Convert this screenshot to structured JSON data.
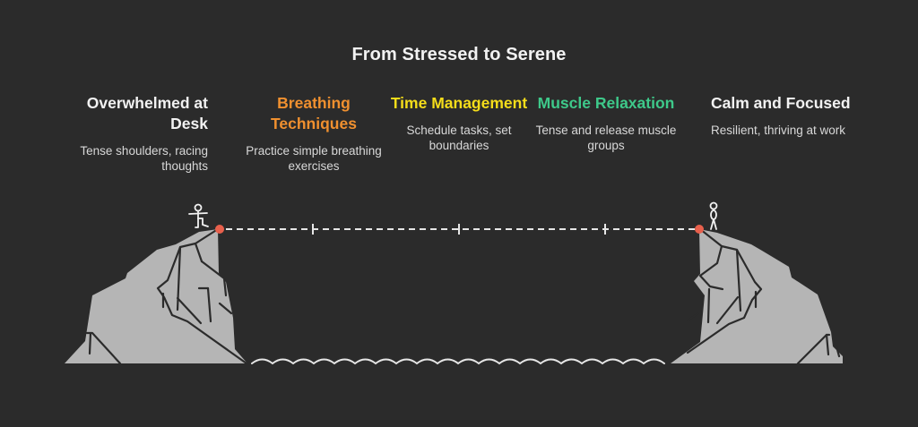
{
  "title": "From Stressed to Serene",
  "colors": {
    "background": "#2b2b2b",
    "rock": "#b5b5b5",
    "rock_lines": "#2b2b2b",
    "rope": "#e6e6e6",
    "anchor": "#e8604c",
    "start_heading": "#f2f2f2",
    "breathing": "#f0902f",
    "time": "#f5dd1a",
    "muscle": "#3ec98a",
    "end_heading": "#f2f2f2"
  },
  "stages": [
    {
      "heading": "Overwhelmed at Desk",
      "description": "Tense shoulders, racing thoughts",
      "color": "#f2f2f2",
      "role": "start"
    },
    {
      "heading": "Breathing Techniques",
      "description": "Practice simple breathing exercises",
      "color": "#f0902f",
      "role": "step"
    },
    {
      "heading": "Time Management",
      "description": "Schedule tasks, set boundaries",
      "color": "#f5dd1a",
      "role": "step"
    },
    {
      "heading": "Muscle Relaxation",
      "description": "Tense and release muscle groups",
      "color": "#3ec98a",
      "role": "step"
    },
    {
      "heading": "Calm and Focused",
      "description": "Resilient, thriving at work",
      "color": "#f2f2f2",
      "role": "end"
    }
  ],
  "icons": {
    "start_figure": "stick-figure-balancing-icon",
    "end_figure": "stick-figure-standing-icon",
    "left_cliff": "cliff-rock-icon",
    "right_cliff": "cliff-rock-icon",
    "rope": "dashed-rope-line",
    "water": "wave-line-icon"
  }
}
